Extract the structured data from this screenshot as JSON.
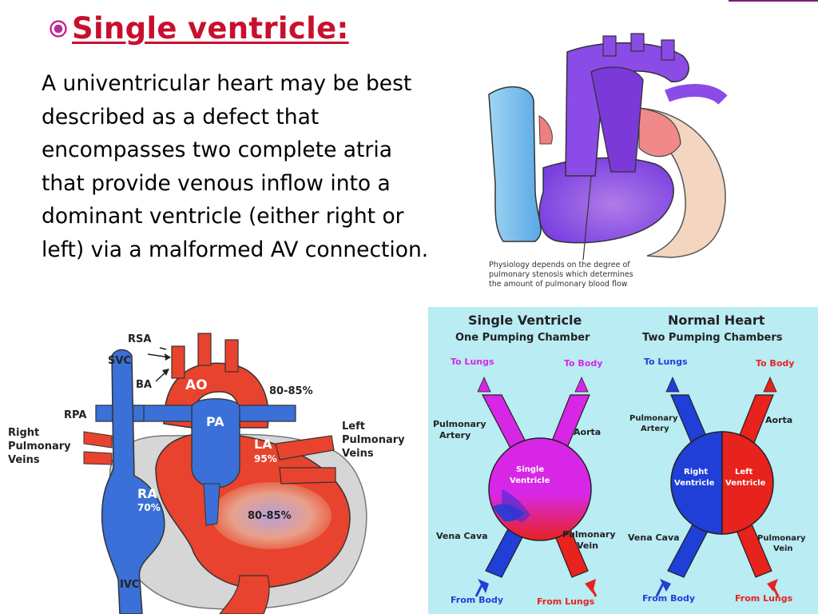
{
  "slide": {
    "title": "Single ventricle:",
    "body": "A univentricular heart may be best described as a defect that encompasses two complete atria that provide venous inflow into a dominant ventricle (either right or left) via a malformed AV connection."
  },
  "figure_top_right": {
    "caption_line1": "Physiology depends on the degree of",
    "caption_line2": "pulmonary stenosis which determines",
    "caption_line3": "the amount of pulmonary blood flow"
  },
  "figure_bottom_left": {
    "labels": {
      "rsa": "RSA",
      "svc": "SVC",
      "ba": "BA",
      "ao": "AO",
      "sat_ao": "80-85%",
      "rpa": "RPA",
      "pa": "PA",
      "left_pulmonary_1": "Left",
      "left_pulmonary_2": "Pulmonary",
      "left_pulmonary_3": "Veins",
      "right_pulmonary_1": "Right",
      "right_pulmonary_2": "Pulmonary",
      "right_pulmonary_3": "Veins",
      "la": "LA",
      "sat_la": "95%",
      "ra": "RA",
      "sat_ra": "70%",
      "sat_v": "80-85%",
      "ivc": "IVC"
    }
  },
  "figure_bottom_right": {
    "single": {
      "title": "Single Ventricle",
      "subtitle": "One Pumping Chamber",
      "to_lungs": "To Lungs",
      "to_body": "To Body",
      "pulm_artery_1": "Pulmonary",
      "pulm_artery_2": "Artery",
      "aorta": "Aorta",
      "ventricle_1": "Single",
      "ventricle_2": "Ventricle",
      "vena_cava": "Vena Cava",
      "pulm_vein_1": "Pulmonary",
      "pulm_vein_2": "Vein",
      "from_body": "From Body",
      "from_lungs": "From Lungs"
    },
    "normal": {
      "title": "Normal Heart",
      "subtitle": "Two Pumping Chambers",
      "to_lungs": "To Lungs",
      "to_body": "To Body",
      "pulm_artery_1": "Pulmonary",
      "pulm_artery_2": "Artery",
      "aorta": "Aorta",
      "right_1": "Right",
      "right_2": "Ventricle",
      "left_1": "Left",
      "left_2": "Ventricle",
      "vena_cava": "Vena Cava",
      "pulm_vein_1": "Pulmonary",
      "pulm_vein_2": "Vein",
      "from_body": "From Body",
      "from_lungs": "From Lungs"
    }
  },
  "colors": {
    "title": "#c8102e",
    "blue": "#1f3fd6",
    "red": "#e8221c",
    "magenta": "#d826e6",
    "panel_bg": "#b9ecf3"
  }
}
